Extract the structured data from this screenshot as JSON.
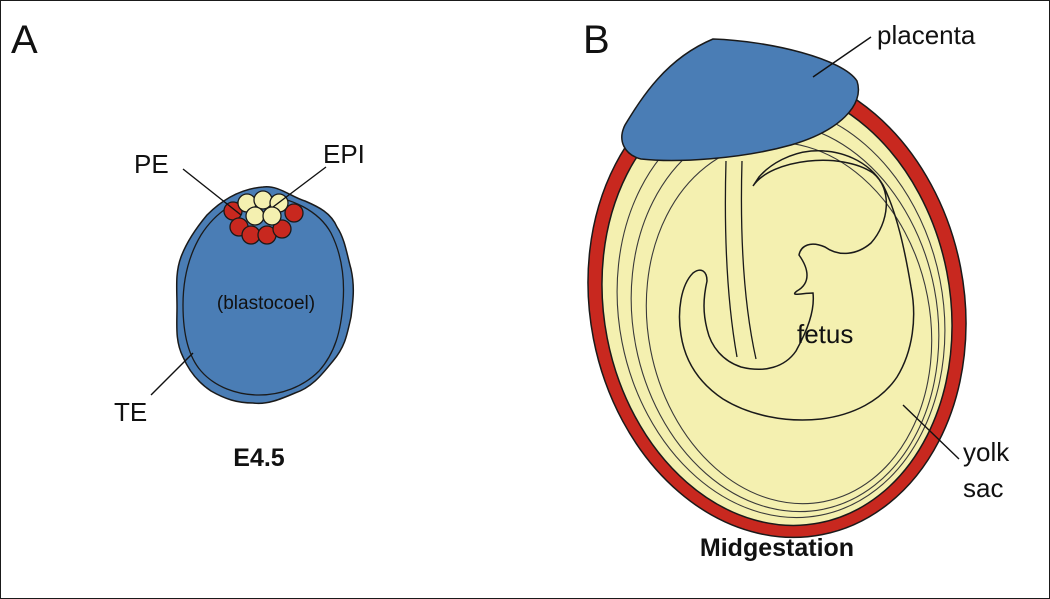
{
  "panel_a": {
    "letter": "A",
    "labels": {
      "pe": "PE",
      "epi": "EPI",
      "te": "TE",
      "cavity": "(blastocoel)"
    },
    "caption": "E4.5"
  },
  "panel_b": {
    "letter": "B",
    "labels": {
      "placenta": "placenta",
      "fetus": "fetus",
      "yolk_sac_line1": "yolk",
      "yolk_sac_line2": "sac"
    },
    "caption": "Midgestation"
  },
  "colors": {
    "trophectoderm_blue": "#4a7db5",
    "primitive_endoderm_red": "#c8281f",
    "epiblast_yellow": "#f4f0b0",
    "outline": "#1a1a1a"
  }
}
